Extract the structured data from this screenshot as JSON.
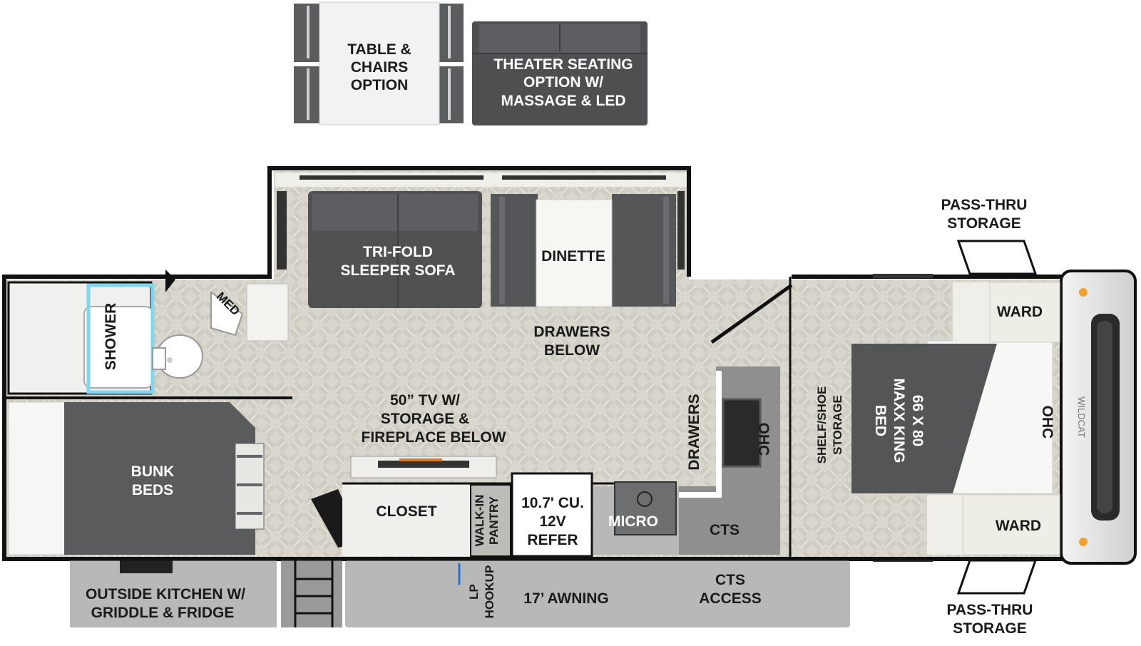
{
  "labels": {
    "table_chairs": [
      "TABLE &",
      "CHAIRS",
      "OPTION"
    ],
    "theater": [
      "THEATER SEATING",
      "OPTION W/",
      "MASSAGE & LED"
    ],
    "sofa": [
      "TRI-FOLD",
      "SLEEPER SOFA"
    ],
    "dinette": "DINETTE",
    "drawers_below": [
      "DRAWERS",
      "BELOW"
    ],
    "tv": [
      "50” TV W/",
      "STORAGE &",
      "FIREPLACE BELOW"
    ],
    "shower": "SHOWER",
    "med": "MED",
    "bunk": [
      "BUNK",
      "BEDS"
    ],
    "closet": "CLOSET",
    "pantry": [
      "WALK-IN",
      "PANTRY"
    ],
    "refer": [
      "10.7' CU.",
      "12V",
      "REFER"
    ],
    "micro": "MICRO",
    "cts": "CTS",
    "drawers": "DRAWERS",
    "ohc_kitchen": "OHC",
    "shelf_shoe": [
      "SHELF/SHOE",
      "STORAGE"
    ],
    "bed": [
      "66 X 80",
      "MAXX KING",
      "BED"
    ],
    "ohc_bedroom": "OHC",
    "ward_top": "WARD",
    "ward_bottom": "WARD",
    "pass_thru_top": [
      "PASS-THRU",
      "STORAGE"
    ],
    "pass_thru_bottom": [
      "PASS-THRU",
      "STORAGE"
    ],
    "outside_kitchen": [
      "OUTSIDE KITCHEN W/",
      "GRIDDLE & FRIDGE"
    ],
    "lp_hookup": [
      "LP",
      "HOOKUP"
    ],
    "awning": "17’ AWNING",
    "cts_access": [
      "CTS",
      "ACCESS"
    ],
    "brand": "WILDCAT"
  },
  "colors": {
    "wall": "#111111",
    "floor": "#d8d6cc",
    "furniture_dark": "#5a5b5d",
    "furniture_light": "#f4f4f0",
    "shower_accent": "#7fd6ee",
    "awning": "#b8b8b8",
    "lp_line": "#2a6fd6"
  }
}
